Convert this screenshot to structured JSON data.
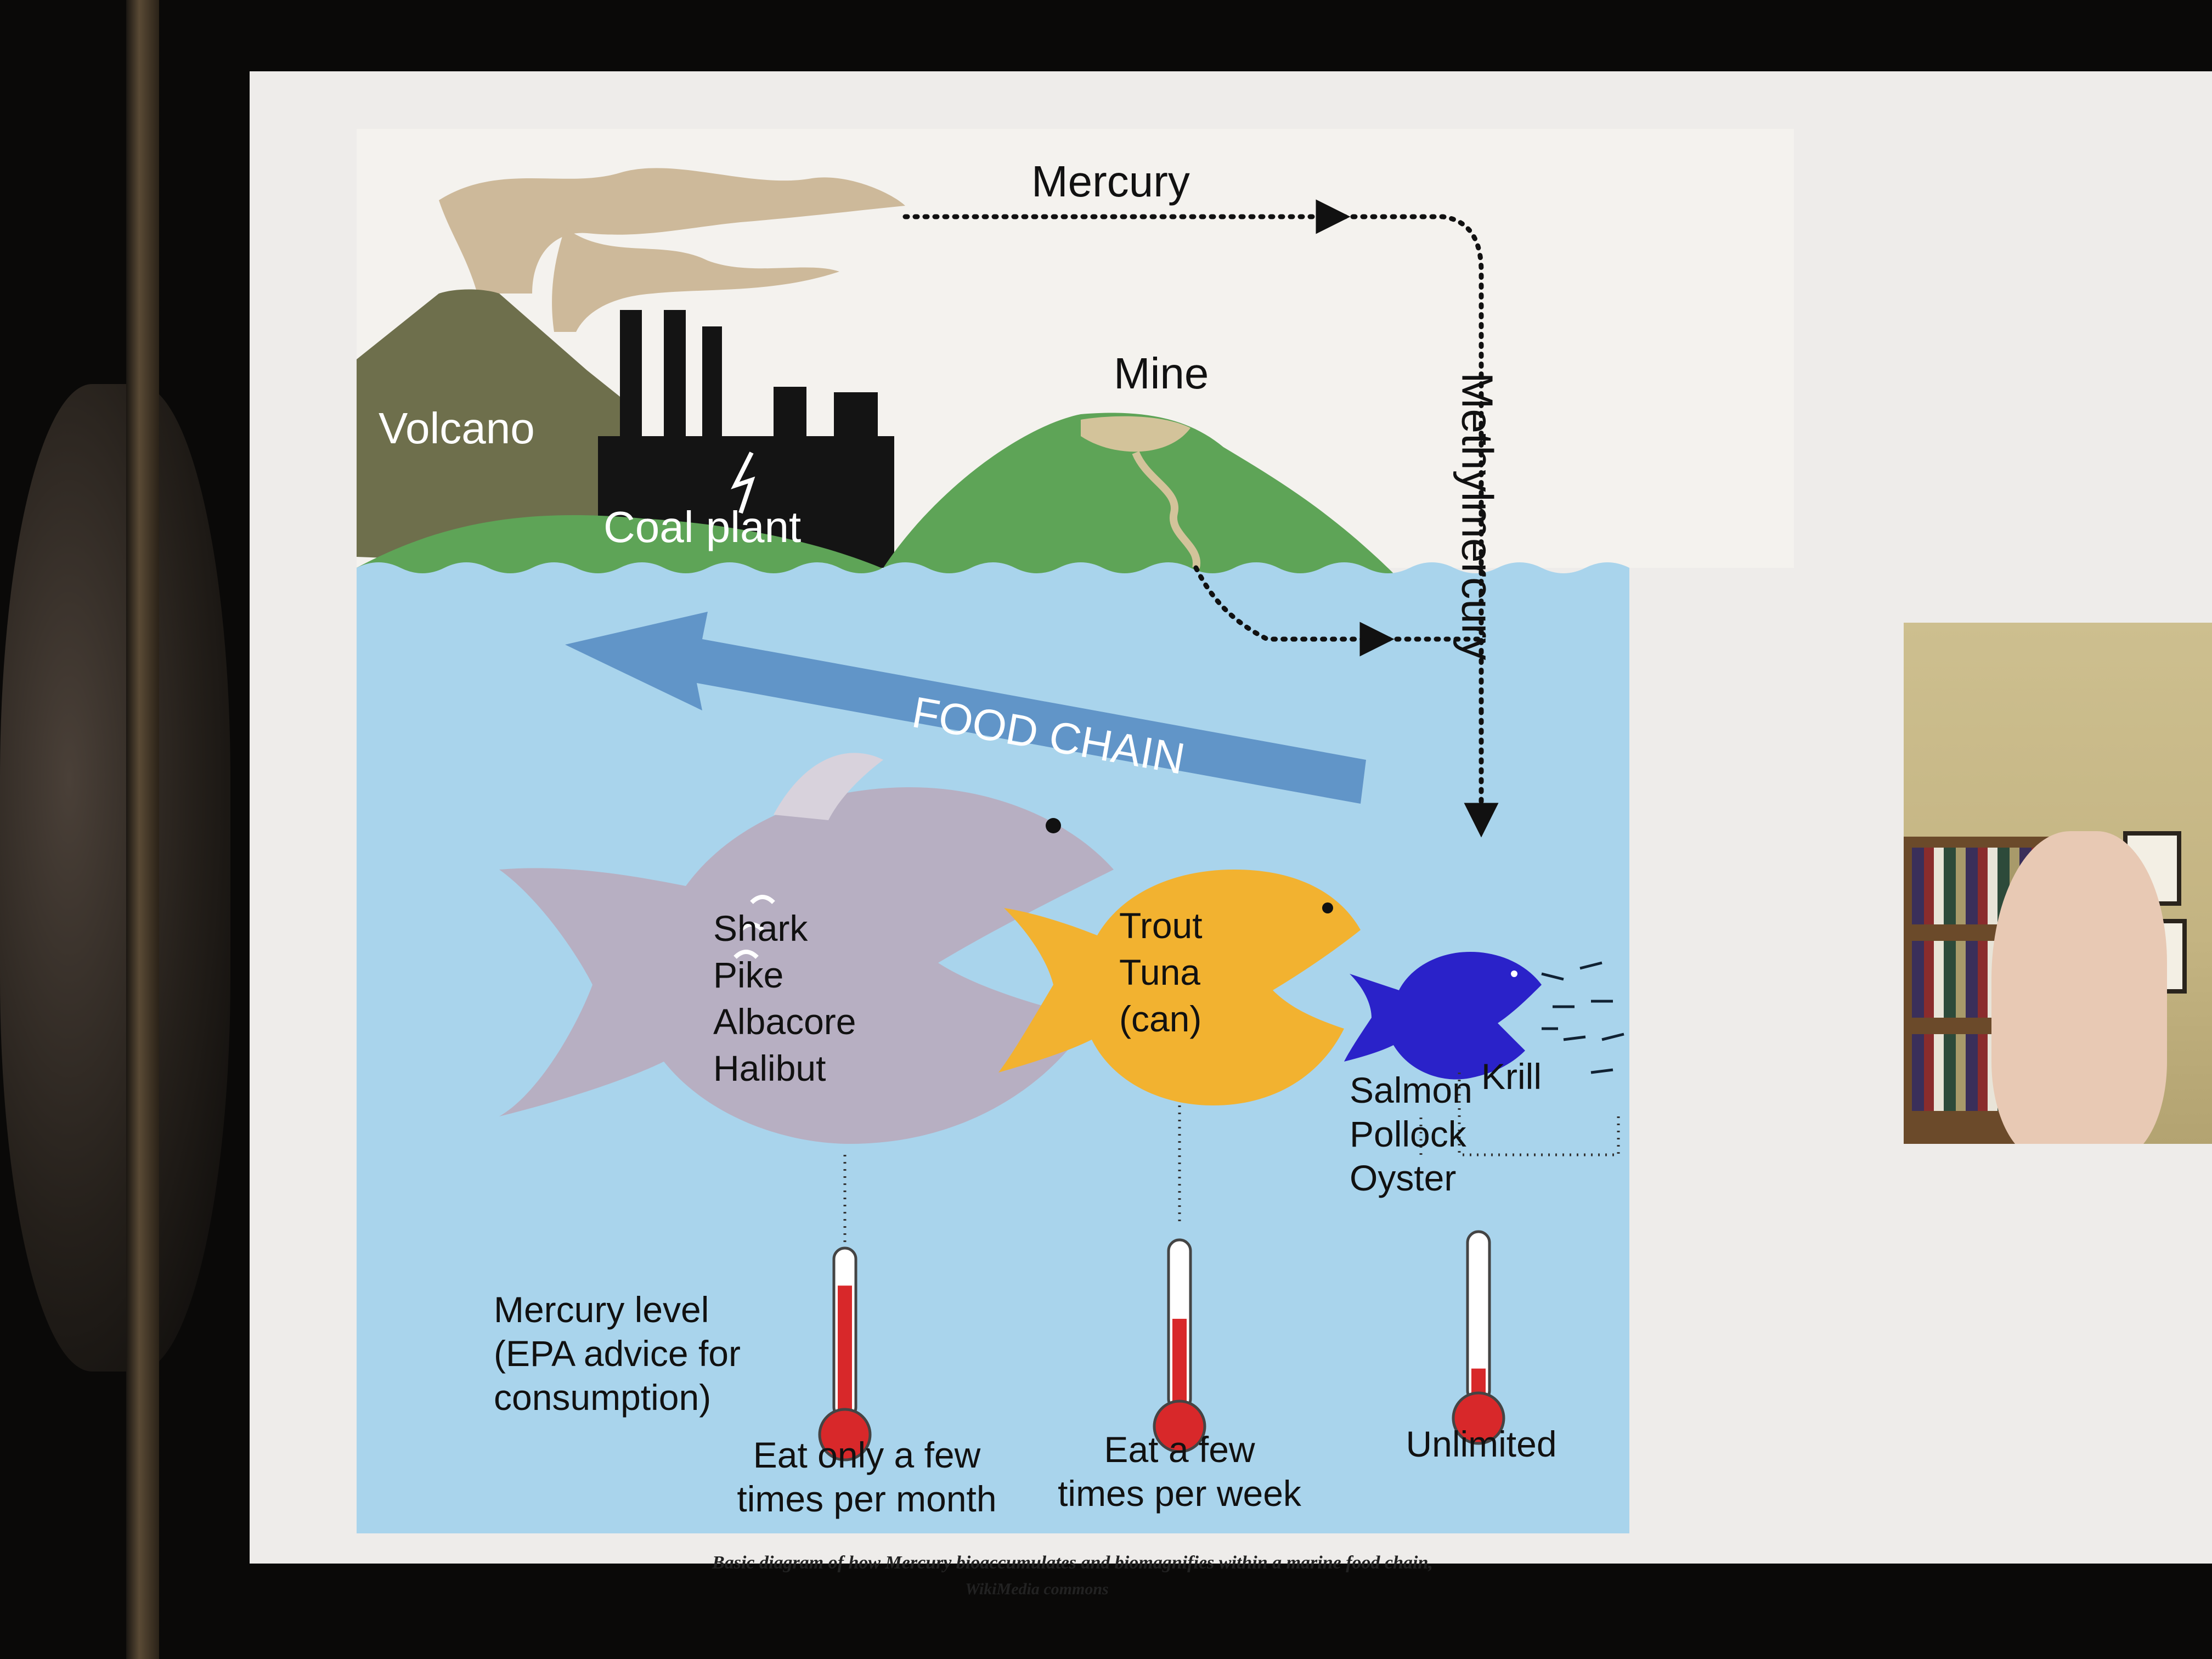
{
  "diagram": {
    "labels": {
      "mercury": "Mercury",
      "mine": "Mine",
      "volcano": "Volcano",
      "coal_plant": "Coal plant",
      "methylmercury": "Methylmercury",
      "food_chain": "FOOD CHAIN",
      "krill": "Krill",
      "large_fish": [
        "Shark",
        "Pike",
        "Albacore",
        "Halibut"
      ],
      "mid_fish": [
        "Trout",
        "Tuna",
        "(can)"
      ],
      "small_fish": [
        "Salmon",
        "Pollock",
        "Oyster"
      ],
      "legend": [
        "Mercury level",
        "(EPA advice for",
        "consumption)"
      ],
      "advice_high": [
        "Eat only a few",
        "times per month"
      ],
      "advice_mid": [
        "Eat a few",
        "times per week"
      ],
      "advice_low": "Unlimited"
    },
    "thermometer_levels": {
      "high": 0.8,
      "mid": 0.55,
      "low": 0.2
    },
    "colors": {
      "water": "#a9d4ec",
      "sky": "#f4f2ee",
      "smoke": "#cdb99a",
      "volcano": "#6e6f4c",
      "hill": "#5ea457",
      "factory": "#141414",
      "food_chain_arrow": "#5b8fc4",
      "large_fish": "#b7afc2",
      "mid_fish": "#f2b230",
      "small_fish": "#2a22c9",
      "thermometer_fill": "#d8282a"
    }
  },
  "caption": {
    "line1": "Basic diagram of how Mercury bioaccumulates and biomagnifies within a marine food chain,",
    "line2": "WikiMedia commons"
  }
}
